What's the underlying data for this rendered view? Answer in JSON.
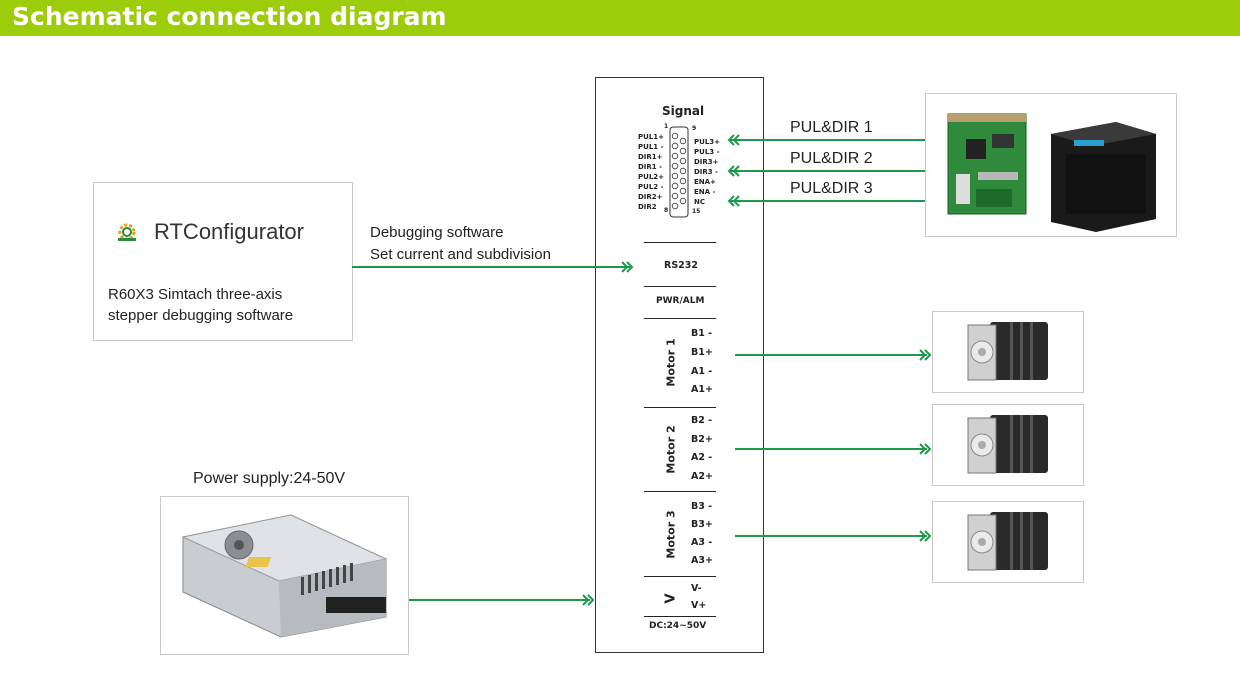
{
  "header": {
    "title": "Schematic connection diagram"
  },
  "software": {
    "brand": "RTConfigurator",
    "desc_line1": "R60X3 Simtach three-axis",
    "desc_line2": "stepper debugging software",
    "note_line1": "Debugging software",
    "note_line2": "Set current and subdivision"
  },
  "controllers": {
    "links": [
      "PUL&DIR 1",
      "PUL&DIR 2",
      "PUL&DIR 3"
    ]
  },
  "power": {
    "label": "Power supply:24-50V"
  },
  "driver": {
    "signal_title": "Signal",
    "connector_left": [
      "PUL1+",
      "PUL1 -",
      "DIR1+",
      "DIR1 -",
      "PUL2+",
      "PUL2 -",
      "DIR2+",
      "DIR2"
    ],
    "connector_right": [
      "PUL3+",
      "PUL3 -",
      "DIR3+",
      "DIR3 -",
      "ENA+",
      "ENA -",
      "NC"
    ],
    "pin_top_left": "1",
    "pin_top_right": "9",
    "pin_bottom_left": "8",
    "pin_bottom_right": "15",
    "rs232": "RS232",
    "pwr_alm": "PWR/ALM",
    "motors": [
      {
        "name": "Motor 1",
        "pins": [
          "B1 -",
          "B1+",
          "A1 -",
          "A1+"
        ]
      },
      {
        "name": "Motor 2",
        "pins": [
          "B2 -",
          "B2+",
          "A2 -",
          "A2+"
        ]
      },
      {
        "name": "Motor 3",
        "pins": [
          "B3 -",
          "B3+",
          "A3 -",
          "A3+"
        ]
      }
    ],
    "power_section": {
      "name": "V",
      "pins": [
        "V-",
        "V+"
      ]
    },
    "dc_label": "DC:24~50V"
  },
  "colors": {
    "banner": "#9ccc0a",
    "wire": "#1a9a4a"
  }
}
